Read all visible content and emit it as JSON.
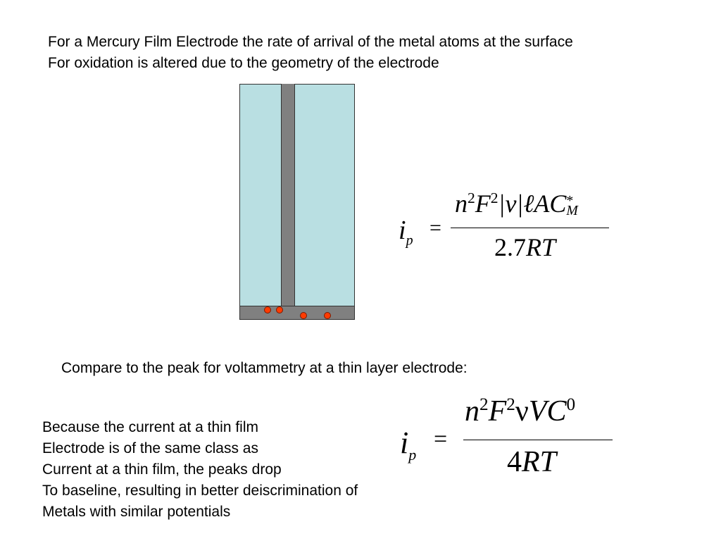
{
  "intro": {
    "line1": "For a Mercury Film Electrode the rate of arrival of the metal atoms at the surface",
    "line2": "For oxidation is altered due to the geometry of the electrode"
  },
  "equation1": {
    "lhs": "i",
    "lhs_sub": "p",
    "equals": "=",
    "numerator": {
      "n": "n",
      "n_exp": "2",
      "F": "F",
      "F_exp": "2",
      "v": "|v|",
      "l": "ℓ",
      "A": "A",
      "C": "C",
      "C_sup": "*",
      "C_sub": "M"
    },
    "denominator": {
      "coef": "2.7",
      "RT": "RT"
    }
  },
  "compare_text": "Compare to the peak for voltammetry at a thin layer electrode:",
  "equation2": {
    "lhs": "i",
    "lhs_sub": "p",
    "equals": "=",
    "numerator": {
      "n": "n",
      "n_exp": "2",
      "F": "F",
      "F_exp": "2",
      "nu": "ν",
      "V": "V",
      "C": "C",
      "C_sup": "0"
    },
    "denominator": {
      "coef": "4",
      "RT": "RT"
    }
  },
  "note": {
    "lines": [
      "Because the current at a thin film",
      "Electrode is of the same class as",
      "Current at a thin film, the peaks drop",
      "To baseline, resulting in better deiscrimination of",
      "Metals with similar potentials"
    ]
  },
  "colors": {
    "solution": "#b9dfe2",
    "electrode": "#808080",
    "atom": "#ff3b00"
  }
}
